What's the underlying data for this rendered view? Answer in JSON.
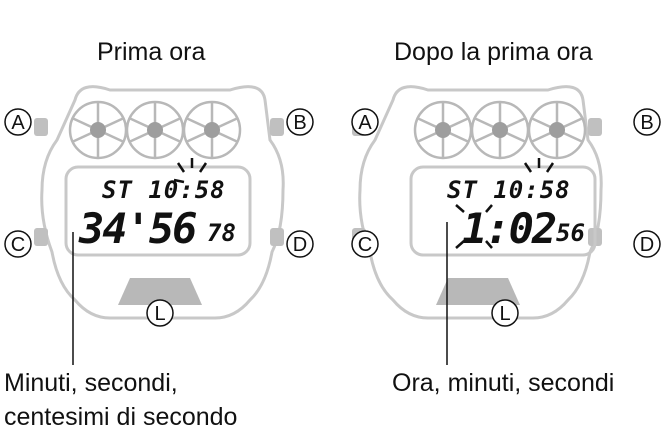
{
  "panels": [
    {
      "title": "Prima ora",
      "display_top": "ST 10:58",
      "display_main": "34'56",
      "display_small": "78",
      "caption_line1": "Minuti, secondi,",
      "caption_line2": "centesimi di secondo"
    },
    {
      "title": "Dopo la prima ora",
      "display_top": "ST 10:58",
      "display_main": "1:02",
      "display_small": "56",
      "caption_line1": "Ora, minuti, secondi",
      "caption_line2": ""
    }
  ],
  "buttons": {
    "a": "A",
    "b": "B",
    "c": "C",
    "d": "D",
    "l": "L"
  }
}
